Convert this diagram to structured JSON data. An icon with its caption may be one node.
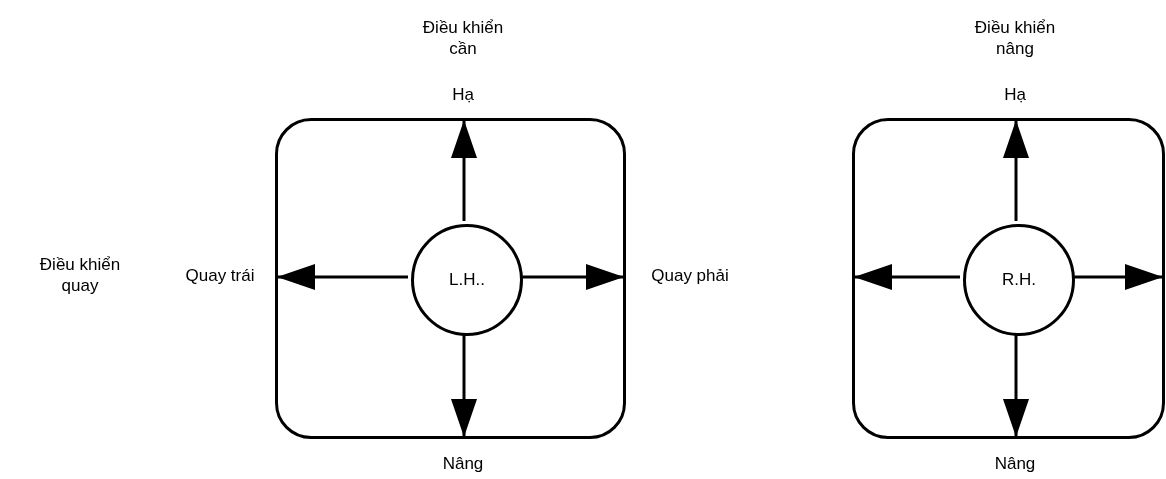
{
  "diagram": {
    "nodes": [
      {
        "text": [],
        "shape": "box"
      },
      {
        "text": [
          "L.H.."
        ],
        "in": 0
      },
      {
        "text": [],
        "shape": "box"
      },
      {
        "text": [
          "R.H."
        ],
        "in": 2
      }
    ],
    "edges": [
      {
        "from": 1,
        "to": 0,
        "arrow": "to"
      },
      {
        "from": 1,
        "to": 0,
        "arrow": "to"
      },
      {
        "from": 1,
        "to": 0,
        "arrow": "to"
      },
      {
        "from": 1,
        "to": 0,
        "arrow": "to"
      },
      {
        "from": 3,
        "to": 2,
        "arrow": "to"
      },
      {
        "from": 3,
        "to": 2,
        "arrow": "to"
      },
      {
        "from": 3,
        "to": 2,
        "arrow": "to"
      },
      {
        "from": 3,
        "to": 2,
        "arrow": "to"
      }
    ],
    "labels": [
      "Điều khiển cần",
      "Điều khiển nâng",
      "Hạ",
      "Hạ",
      "Điều khiển quay",
      "Quay trái",
      "Quay phải",
      "Nâng",
      "Nâng"
    ]
  }
}
